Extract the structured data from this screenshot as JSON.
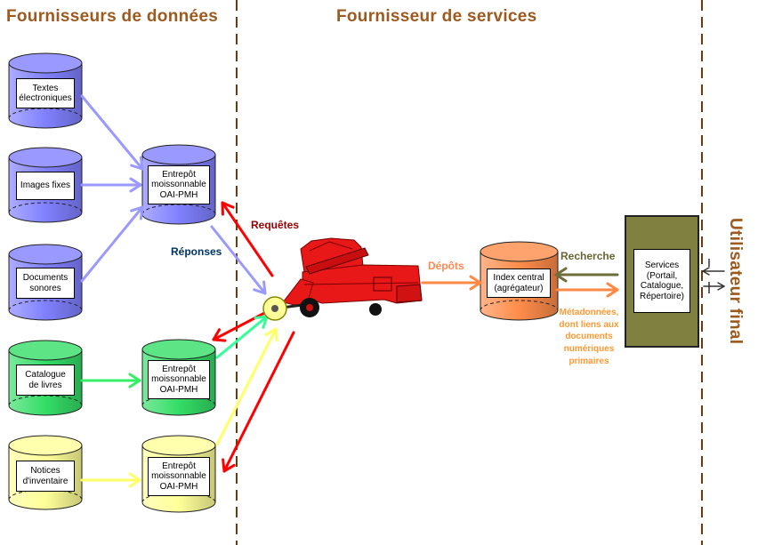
{
  "headers": {
    "data_providers": "Fournisseurs de données",
    "service_provider": "Fournisseur de services",
    "end_user": "Utilisateur final"
  },
  "data_sources": [
    {
      "label": "Textes\nélectroniques",
      "color": "#8080FF"
    },
    {
      "label": "Images fixes",
      "color": "#8080FF"
    },
    {
      "label": "Documents\nsonores",
      "color": "#8080FF"
    },
    {
      "label": "Catalogue\nde livres",
      "color": "#33DD66"
    },
    {
      "label": "Notices\nd'inventaire",
      "color": "#FFFF99"
    }
  ],
  "repositories": [
    {
      "label": "Entrepôt\nmoissonnable\nOAI-PMH",
      "color": "#8080FF"
    },
    {
      "label": "Entrepôt\nmoissonnable\nOAI-PMH",
      "color": "#33DD66"
    },
    {
      "label": "Entrepôt\nmoissonnable\nOAI-PMH",
      "color": "#FFFF99"
    }
  ],
  "flows": {
    "requests": "Requêtes",
    "responses": "Réponses",
    "deposits": "Dépôts",
    "search": "Recherche",
    "metadata": "Métadonnées,\ndont liens aux\ndocuments\nnumériques\nprimaires"
  },
  "aggregator": {
    "label": "Index central\n(agrégateur)",
    "color": "#FF8C4A"
  },
  "services": {
    "label": "Services\n(Portail,\nCatalogue,\nRépertoire)",
    "color": "#808040"
  },
  "colors": {
    "heading": "#9C5A1E",
    "divider": "#6B3A10",
    "arrow_lavender": "#9999FF",
    "arrow_green": "#33EE66",
    "arrow_mint": "#33FF99",
    "arrow_yellow": "#FFFF66",
    "arrow_red": "#FF0000",
    "arrow_orange": "#FF8844",
    "arrow_olive": "#6E6E3A",
    "arrow_dark": "#333333",
    "harvester_red": "#E81818",
    "requests_label": "#990000",
    "responses_label": "#003366",
    "deposits_label": "#FF8855",
    "search_label": "#666633",
    "metadata_label": "#FF9933"
  }
}
